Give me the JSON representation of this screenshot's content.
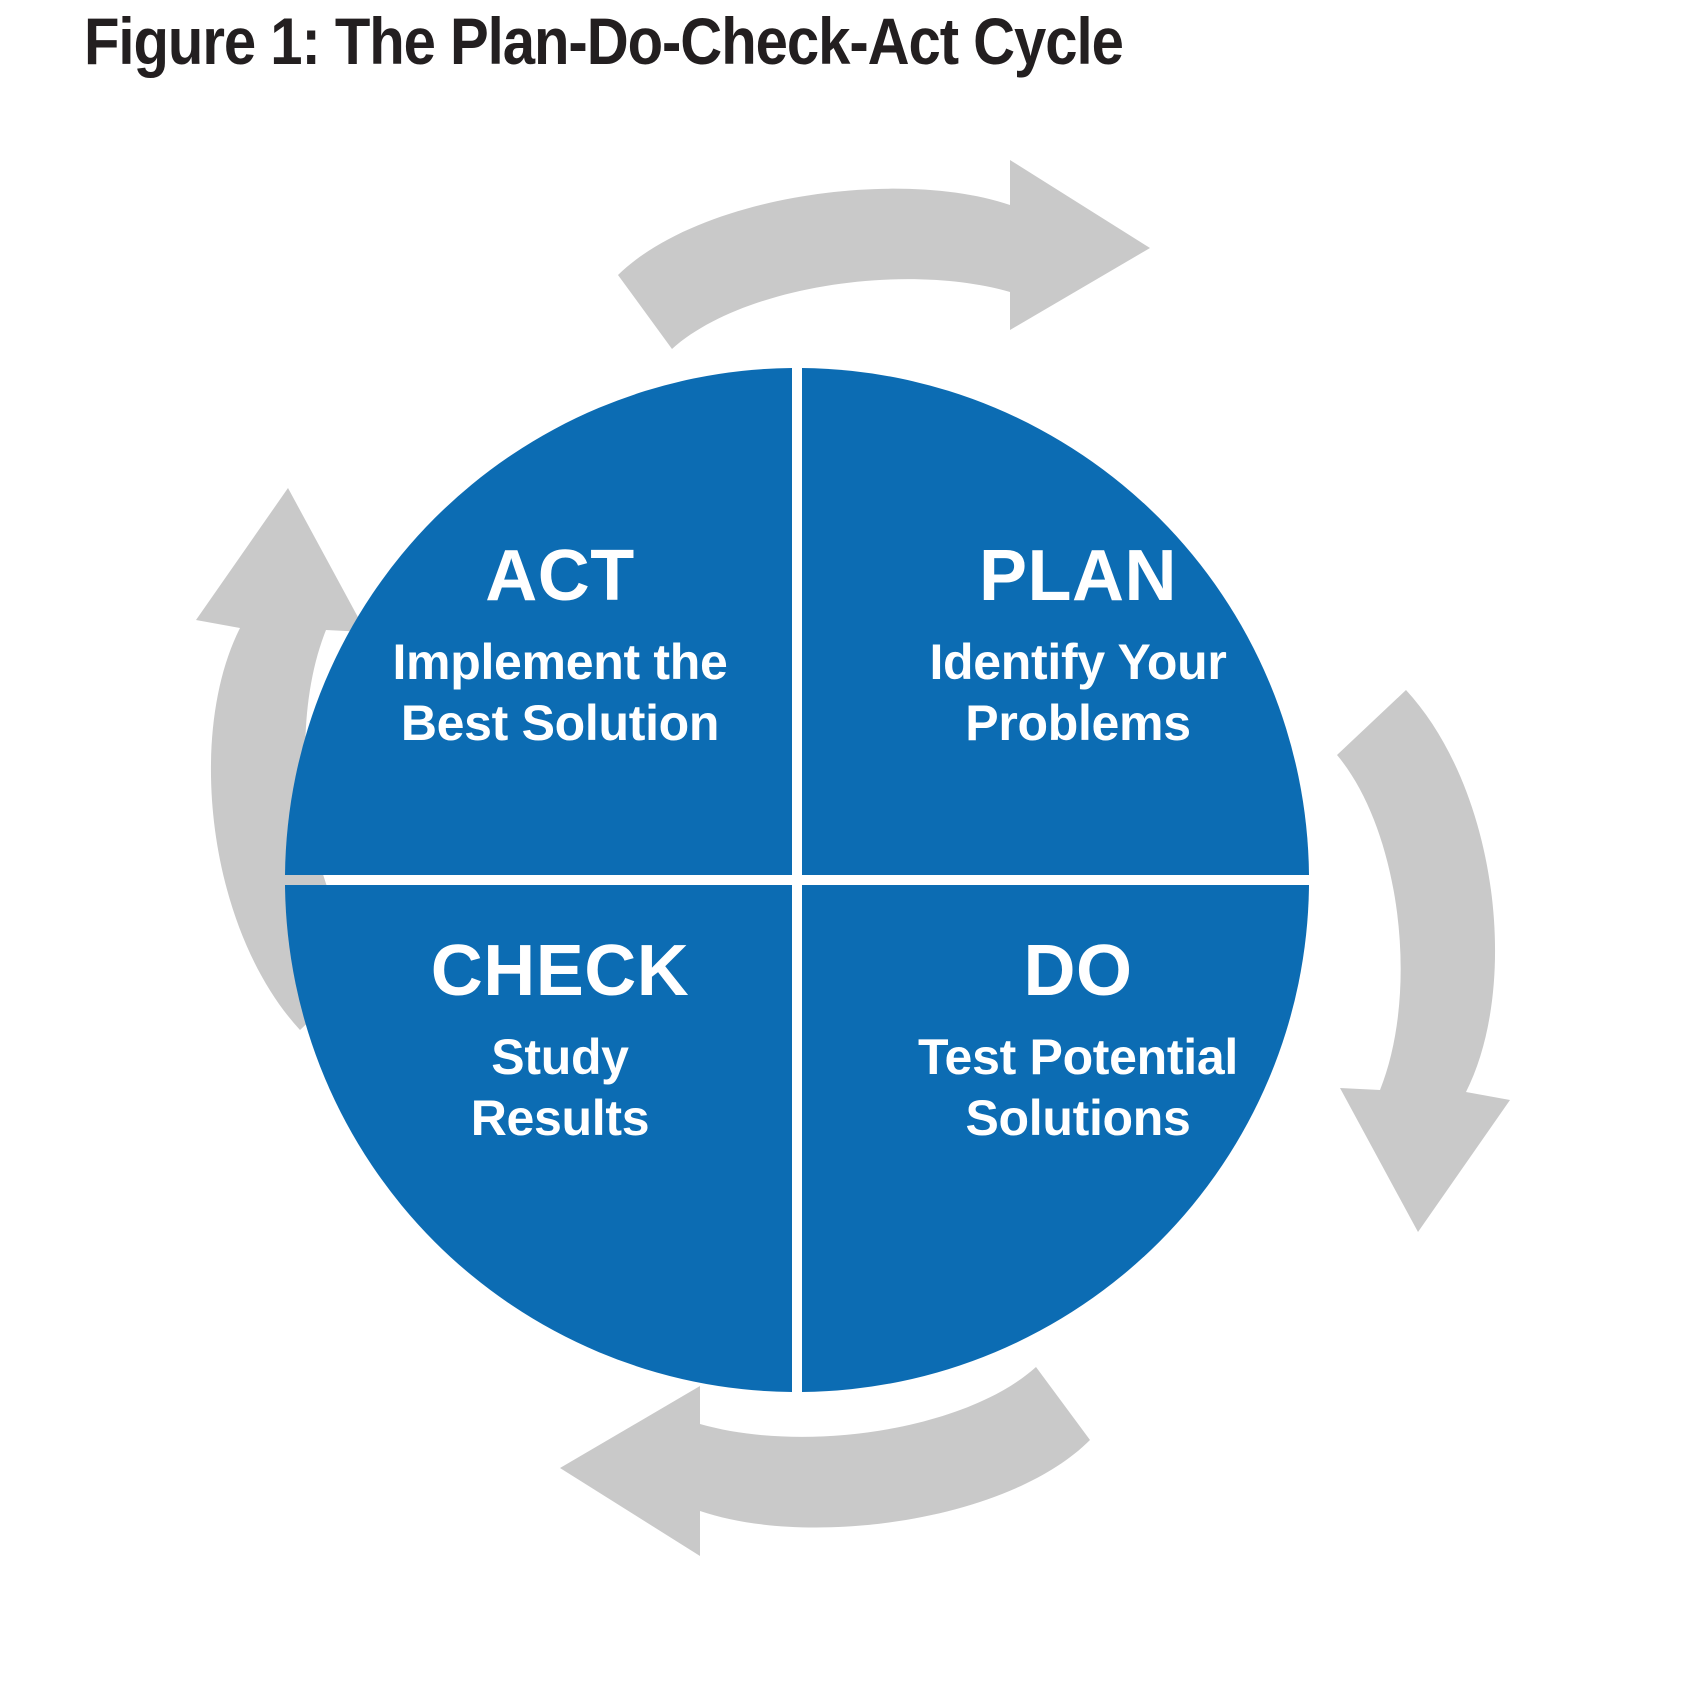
{
  "figure": {
    "title": "Figure 1: The Plan-Do-Check-Act Cycle"
  },
  "colors": {
    "wheel_blue": "#0c6cb3",
    "arrow_gray": "#c9c9c9",
    "title_black": "#231f20",
    "label_white": "#ffffff",
    "background": "#ffffff"
  },
  "chart_data": {
    "type": "pie",
    "title": "Figure 1: The Plan-Do-Check-Act Cycle",
    "legend": "none",
    "categories": [
      "PLAN",
      "DO",
      "CHECK",
      "ACT"
    ],
    "values": [
      25,
      25,
      25,
      25
    ],
    "annotations": [
      "Arrows connect the quadrants in a continuous clockwise cycle"
    ]
  },
  "wheel": {
    "quadrants": [
      {
        "id": "plan",
        "position": "top-right",
        "title": "PLAN",
        "description_line1": "Identify Your",
        "description_line2": "Problems"
      },
      {
        "id": "do",
        "position": "bottom-right",
        "title": "DO",
        "description_line1": "Test Potential",
        "description_line2": "Solutions"
      },
      {
        "id": "check",
        "position": "bottom-left",
        "title": "CHECK",
        "description_line1": "Study",
        "description_line2": "Results"
      },
      {
        "id": "act",
        "position": "top-left",
        "title": "ACT",
        "description_line1": "Implement the",
        "description_line2": "Best Solution"
      }
    ]
  },
  "arrows": [
    {
      "id": "arrow-top",
      "direction": "right",
      "icon": "curved-arrow-right-icon"
    },
    {
      "id": "arrow-right",
      "direction": "down",
      "icon": "curved-arrow-down-icon"
    },
    {
      "id": "arrow-bottom",
      "direction": "left",
      "icon": "curved-arrow-left-icon"
    },
    {
      "id": "arrow-left",
      "direction": "up",
      "icon": "curved-arrow-up-icon"
    }
  ]
}
